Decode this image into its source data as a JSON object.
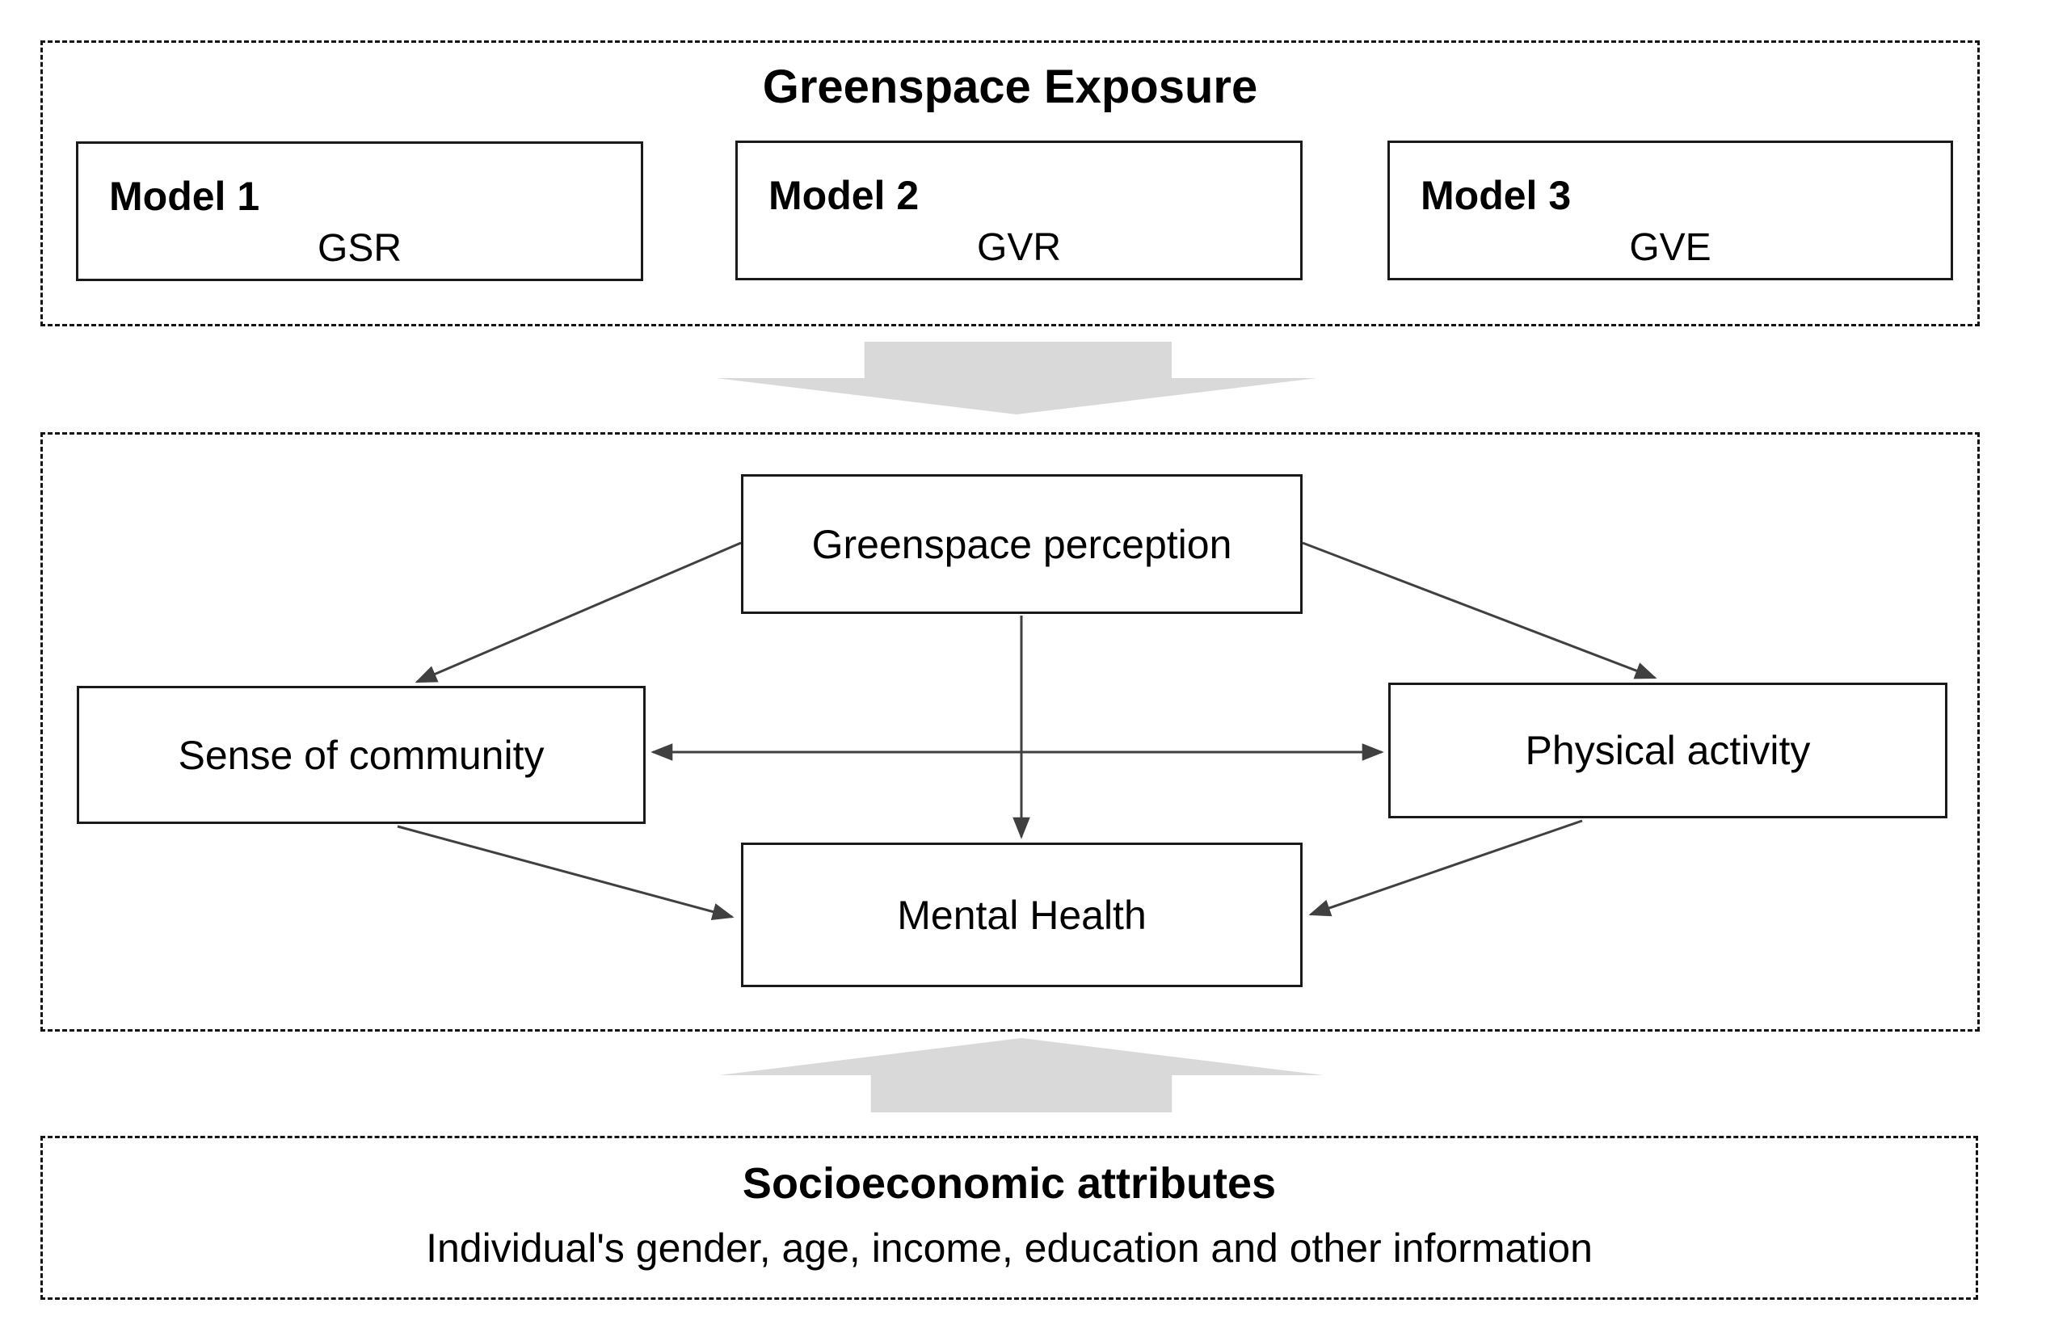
{
  "figure": {
    "kind": "conceptual-framework-diagram"
  },
  "top_section": {
    "title": "Greenspace Exposure",
    "models": [
      {
        "name": "Model 1",
        "value": "GSR"
      },
      {
        "name": "Model 2",
        "value": "GVR"
      },
      {
        "name": "Model 3",
        "value": "GVE"
      }
    ]
  },
  "middle_section": {
    "nodes": {
      "greenspace_perception": "Greenspace perception",
      "sense_of_community": "Sense of community",
      "physical_activity": "Physical activity",
      "mental_health": "Mental Health"
    },
    "edges": [
      {
        "from": "greenspace_perception",
        "to": "sense_of_community",
        "direction": "one-way"
      },
      {
        "from": "greenspace_perception",
        "to": "physical_activity",
        "direction": "one-way"
      },
      {
        "from": "greenspace_perception",
        "to": "mental_health",
        "direction": "one-way"
      },
      {
        "from": "sense_of_community",
        "to": "physical_activity",
        "direction": "two-way"
      },
      {
        "from": "sense_of_community",
        "to": "mental_health",
        "direction": "one-way"
      },
      {
        "from": "physical_activity",
        "to": "mental_health",
        "direction": "one-way"
      }
    ]
  },
  "bottom_section": {
    "title": "Socioeconomic attributes",
    "subtitle": "Individual's gender, age, income, education and other information"
  },
  "colors": {
    "block_arrow_fill": "#d9d9d9",
    "line_color": "#404040",
    "border_color": "#1a1a1a",
    "text_color": "#000000",
    "background": "#ffffff"
  }
}
